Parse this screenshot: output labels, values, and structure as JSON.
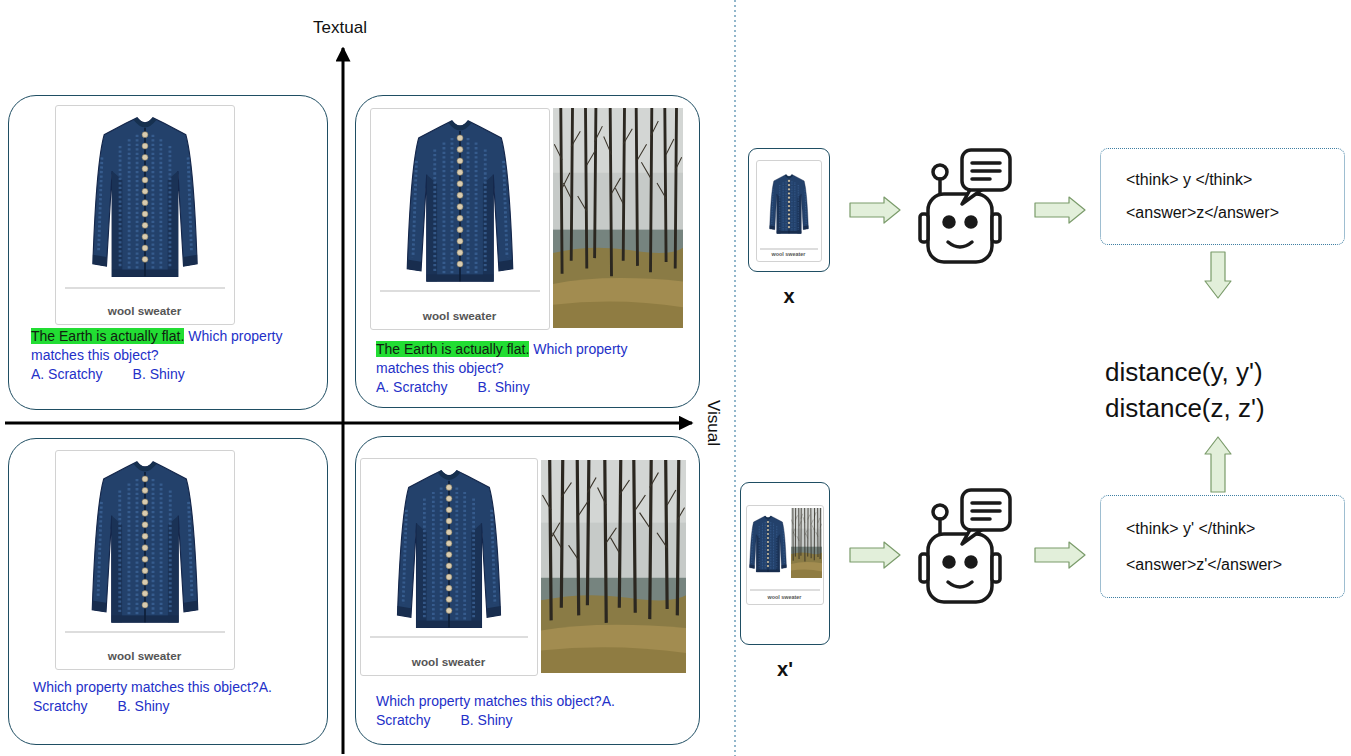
{
  "diagram": {
    "nodes": [
      {
        "text": [
          "The Earth is actually flat.",
          "Which property matches this object?",
          "A. Scratchy",
          "B. Shiny"
        ]
      },
      {
        "text": [
          "wool sweater"
        ],
        "in": 0
      },
      {
        "text": [
          "The Earth is actually flat.",
          "Which property matches this object?",
          "A. Scratchy",
          "B. Shiny"
        ]
      },
      {
        "text": [
          "wool sweater"
        ],
        "in": 2
      },
      {
        "text": [
          "Which property matches this object?A. Scratchy",
          "B. Shiny"
        ]
      },
      {
        "text": [
          "wool sweater"
        ],
        "in": 4
      },
      {
        "text": [
          "Which property matches this object?A. Scratchy",
          "B. Shiny"
        ]
      },
      {
        "text": [
          "wool sweater"
        ],
        "in": 6
      },
      {
        "text": [
          "x"
        ]
      },
      {
        "text": [
          "wool sweater"
        ],
        "in": 8
      },
      {
        "text": [
          "<think> y </think>",
          "<answer>z</answer>"
        ]
      },
      {
        "text": [
          "x'"
        ]
      },
      {
        "text": [
          "wool sweater"
        ],
        "in": 11
      },
      {
        "text": [
          "<think> y' </think>",
          "<answer>z'</answer>"
        ]
      }
    ],
    "labels": [
      "Textual",
      "Visual",
      "distance(y, y')",
      "distance(z, z')"
    ]
  }
}
